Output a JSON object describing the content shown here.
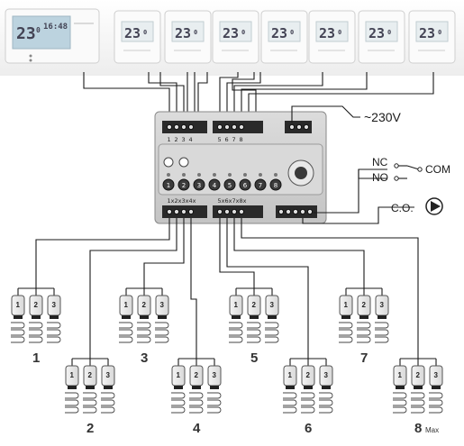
{
  "controller": {
    "top_terminals_left": [
      "1",
      "2",
      "3",
      "4"
    ],
    "top_terminals_right": [
      "5",
      "6",
      "7",
      "8"
    ],
    "bottom_terminals_left": [
      "1x",
      "2x",
      "3x",
      "4x"
    ],
    "bottom_terminals_right": [
      "5x",
      "6x",
      "7x",
      "8x"
    ],
    "zone_buttons": [
      "1",
      "2",
      "3",
      "4",
      "5",
      "6",
      "7",
      "8"
    ]
  },
  "labels": {
    "power": "~230V",
    "nc": "NC",
    "no": "NO",
    "com": "COM",
    "pump": "C.O."
  },
  "main_thermostat": {
    "temp": "23",
    "temp_decimal": "0",
    "time": "16:48"
  },
  "room_thermostats": [
    {
      "temp": "23",
      "decimal": "0"
    },
    {
      "temp": "23",
      "decimal": "0"
    },
    {
      "temp": "23",
      "decimal": "0"
    },
    {
      "temp": "23",
      "decimal": "0"
    },
    {
      "temp": "23",
      "decimal": "0"
    },
    {
      "temp": "23",
      "decimal": "0"
    },
    {
      "temp": "23",
      "decimal": "0"
    }
  ],
  "zones": [
    {
      "number": "1",
      "actuators": [
        "1",
        "2",
        "3"
      ]
    },
    {
      "number": "2",
      "actuators": [
        "1",
        "2",
        "3"
      ]
    },
    {
      "number": "3",
      "actuators": [
        "1",
        "2",
        "3"
      ]
    },
    {
      "number": "4",
      "actuators": [
        "1",
        "2",
        "3"
      ]
    },
    {
      "number": "5",
      "actuators": [
        "1",
        "2",
        "3"
      ]
    },
    {
      "number": "6",
      "actuators": [
        "1",
        "2",
        "3"
      ]
    },
    {
      "number": "7",
      "actuators": [
        "1",
        "2",
        "3"
      ]
    },
    {
      "number": "8",
      "actuators": [
        "1",
        "2",
        "3"
      ],
      "note": "Max"
    }
  ]
}
